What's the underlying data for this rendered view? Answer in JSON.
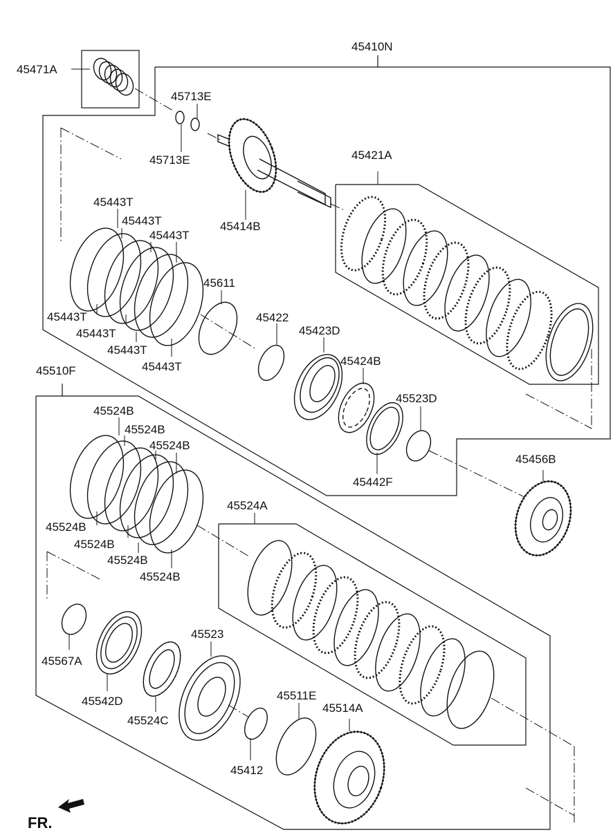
{
  "diagram": {
    "front_marker": "FR.",
    "labels": {
      "p45410N": "45410N",
      "p45471A": "45471A",
      "p45713E_a": "45713E",
      "p45713E_b": "45713E",
      "p45414B": "45414B",
      "p45421A": "45421A",
      "p45443T_1": "45443T",
      "p45443T_2": "45443T",
      "p45443T_3": "45443T",
      "p45443T_4": "45443T",
      "p45443T_5": "45443T",
      "p45443T_6": "45443T",
      "p45443T_7": "45443T",
      "p45611": "45611",
      "p45422": "45422",
      "p45423D": "45423D",
      "p45424B": "45424B",
      "p45523D": "45523D",
      "p45442F": "45442F",
      "p45510F": "45510F",
      "p45456B": "45456B",
      "p45524B_1": "45524B",
      "p45524B_2": "45524B",
      "p45524B_3": "45524B",
      "p45524B_4": "45524B",
      "p45524B_5": "45524B",
      "p45524B_6": "45524B",
      "p45524B_7": "45524B",
      "p45524A": "45524A",
      "p45523": "45523",
      "p45567A": "45567A",
      "p45542D": "45542D",
      "p45524C": "45524C",
      "p45511E": "45511E",
      "p45514A": "45514A",
      "p45412": "45412"
    }
  }
}
